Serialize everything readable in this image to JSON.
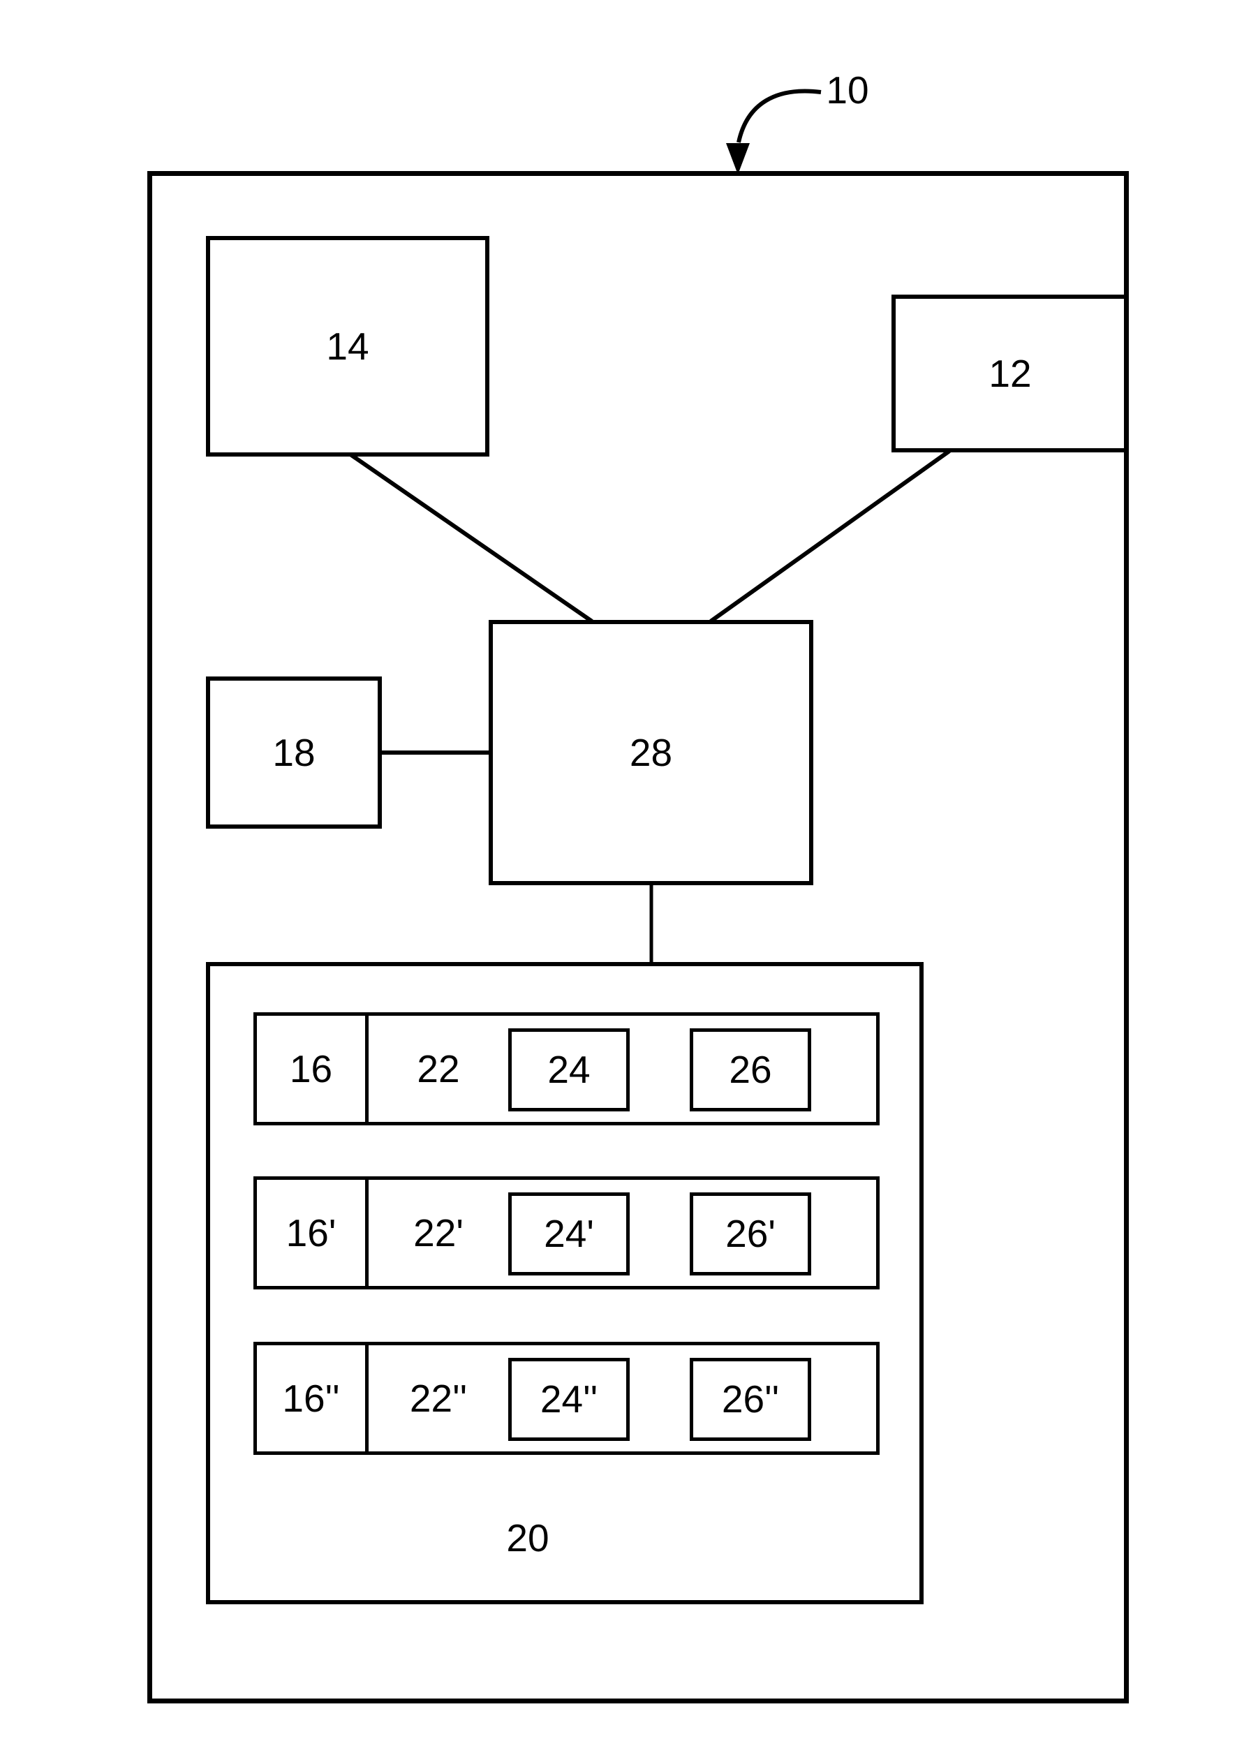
{
  "figure": {
    "reference": {
      "label": "10",
      "arrow_icon": "curved-down-arrow"
    },
    "boxes": {
      "b14": {
        "label": "14"
      },
      "b12": {
        "label": "12"
      },
      "b18": {
        "label": "18"
      },
      "b28": {
        "label": "28"
      },
      "b20": {
        "label": "20"
      }
    },
    "rows": [
      {
        "cells": [
          {
            "label": "16"
          },
          {
            "label": "22"
          },
          {
            "label": "24"
          },
          {
            "label": "26"
          }
        ]
      },
      {
        "cells": [
          {
            "label": "16'"
          },
          {
            "label": "22'"
          },
          {
            "label": "24'"
          },
          {
            "label": "26'"
          }
        ]
      },
      {
        "cells": [
          {
            "label": "16''"
          },
          {
            "label": "22''"
          },
          {
            "label": "24''"
          },
          {
            "label": "26''"
          }
        ]
      }
    ],
    "colors": {
      "line": "#000000",
      "background": "#ffffff"
    }
  }
}
